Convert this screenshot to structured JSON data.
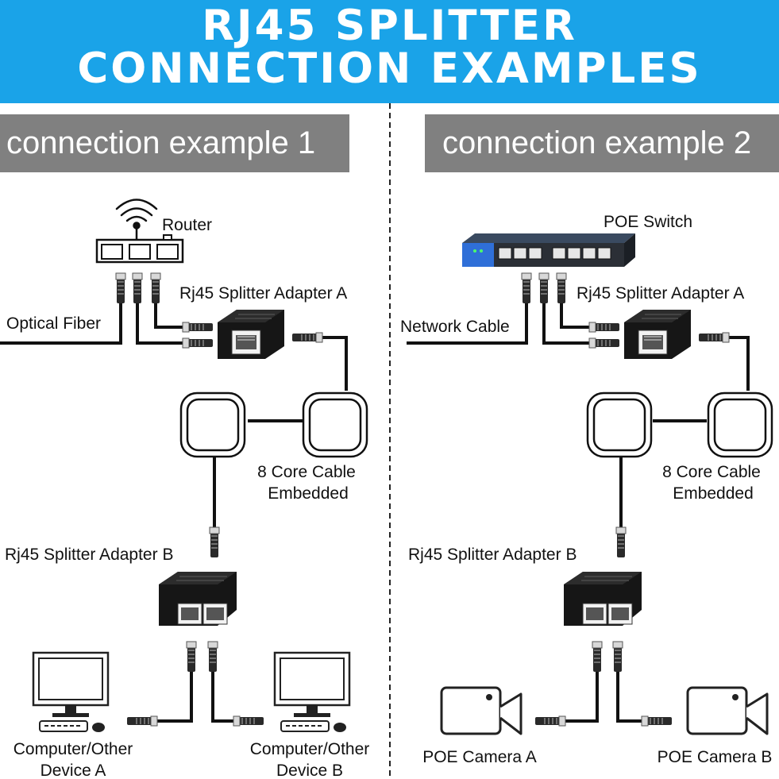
{
  "banner": {
    "line1": "RJ45 SPLITTER",
    "line2": "CONNECTION EXAMPLES",
    "color": "#1aa3e8"
  },
  "example1": {
    "tab": "connection example 1",
    "router": "Router",
    "optical_fiber": "Optical Fiber",
    "adapter_a": "Rj45 Splitter Adapter A",
    "cable_line1": "8 Core Cable",
    "cable_line2": "Embedded",
    "adapter_b": "Rj45 Splitter Adapter B",
    "device_a_line1": "Computer/Other",
    "device_a_line2": "Device A",
    "device_b_line1": "Computer/Other",
    "device_b_line2": "Device B"
  },
  "example2": {
    "tab": "connection example 2",
    "switch": "POE Switch",
    "network_cable": "Network Cable",
    "adapter_a": "Rj45 Splitter Adapter A",
    "cable_line1": "8 Core Cable",
    "cable_line2": "Embedded",
    "adapter_b": "Rj45 Splitter Adapter B",
    "camera_a": "POE Camera A",
    "camera_b": "POE Camera B"
  },
  "icons": [
    "wifi-icon",
    "router-icon",
    "switch-icon",
    "wall-socket-icon",
    "splitter-adapter-icon",
    "rj45-plug-icon",
    "computer-monitor-icon",
    "keyboard-icon",
    "mouse-icon",
    "camera-icon"
  ]
}
